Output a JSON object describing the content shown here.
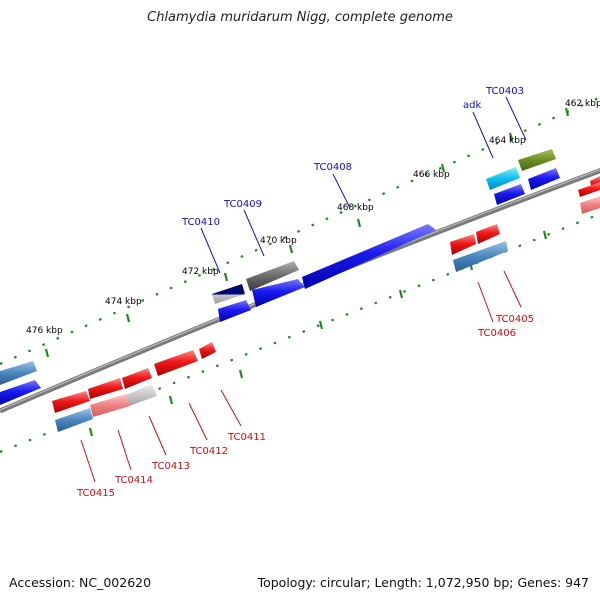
{
  "title": "Chlamydia muridarum Nigg, complete genome",
  "footer": {
    "accession": "Accession: NC_002620",
    "stats": "Topology: circular; Length: 1,072,950 bp; Genes: 947"
  },
  "ticks": [
    {
      "label": "462 kbp"
    },
    {
      "label": "464 kbp"
    },
    {
      "label": "466 kbp"
    },
    {
      "label": "468 kbp"
    },
    {
      "label": "470 kbp"
    },
    {
      "label": "472 kbp"
    },
    {
      "label": "474 kbp"
    },
    {
      "label": "476 kbp"
    }
  ],
  "labels": {
    "adk": "adk",
    "TC0403": "TC0403",
    "TC0408": "TC0408",
    "TC0409": "TC0409",
    "TC0410": "TC0410",
    "TC0405": "TC0405",
    "TC0406": "TC0406",
    "TC0411": "TC0411",
    "TC0412": "TC0412",
    "TC0413": "TC0413",
    "TC0414": "TC0414",
    "TC0415": "TC0415"
  },
  "colors": {
    "forward_gene": "#1a1aee",
    "reverse_gene": "#ee1a1a",
    "backbone": "#808080",
    "tick": "#228822",
    "forward_label": "#1010c8",
    "reverse_label": "#c81010"
  }
}
